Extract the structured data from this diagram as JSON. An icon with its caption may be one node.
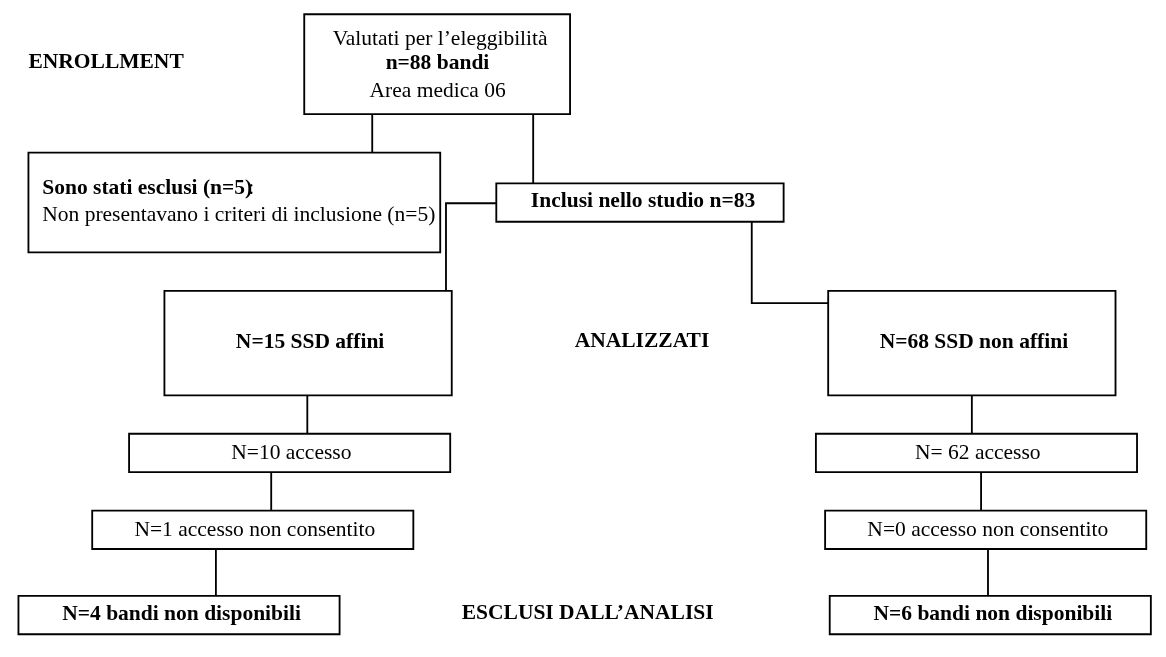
{
  "diagram": {
    "nodes": [
      {
        "text": [
          "Valutati per l’eleggibilità",
          "n=88 bandi",
          "Area medica 06"
        ]
      },
      {
        "text": [
          "**Sono stati esclusi (n=5)**:",
          "Non presentavano i criteri di inclusione (n=5)"
        ]
      },
      {
        "text": [
          "Inclusi nello studio n=83"
        ]
      },
      {
        "text": [
          "N=15 SSD affini"
        ]
      },
      {
        "text": [
          "N=68 SSD non affini"
        ]
      },
      {
        "text": [
          "N=10 accesso"
        ]
      },
      {
        "text": [
          "N= 62 accesso"
        ]
      },
      {
        "text": [
          "N=1 accesso non consentito"
        ]
      },
      {
        "text": [
          "N=0 accesso non consentito"
        ]
      },
      {
        "text": [
          "N=4 bandi non disponibili"
        ]
      },
      {
        "text": [
          "N=6 bandi non disponibili"
        ]
      }
    ],
    "edges": [
      {
        "from": 0,
        "to": 2,
        "arrow": "none"
      },
      {
        "from": 0,
        "to": 1,
        "arrow": "none"
      },
      {
        "from": 2,
        "to": 3,
        "arrow": "none"
      },
      {
        "from": 2,
        "to": 4,
        "arrow": "none"
      },
      {
        "from": 3,
        "to": 5,
        "arrow": "none"
      },
      {
        "from": 5,
        "to": 7,
        "arrow": "none"
      },
      {
        "from": 7,
        "to": 9,
        "arrow": "none"
      },
      {
        "from": 4,
        "to": 6,
        "arrow": "none"
      },
      {
        "from": 6,
        "to": 8,
        "arrow": "none"
      },
      {
        "from": 8,
        "to": 10,
        "arrow": "none"
      }
    ],
    "labels": [
      "ENROLLMENT",
      "ANALIZZATI",
      "ESCLUSI DALL’ANALISI"
    ]
  }
}
